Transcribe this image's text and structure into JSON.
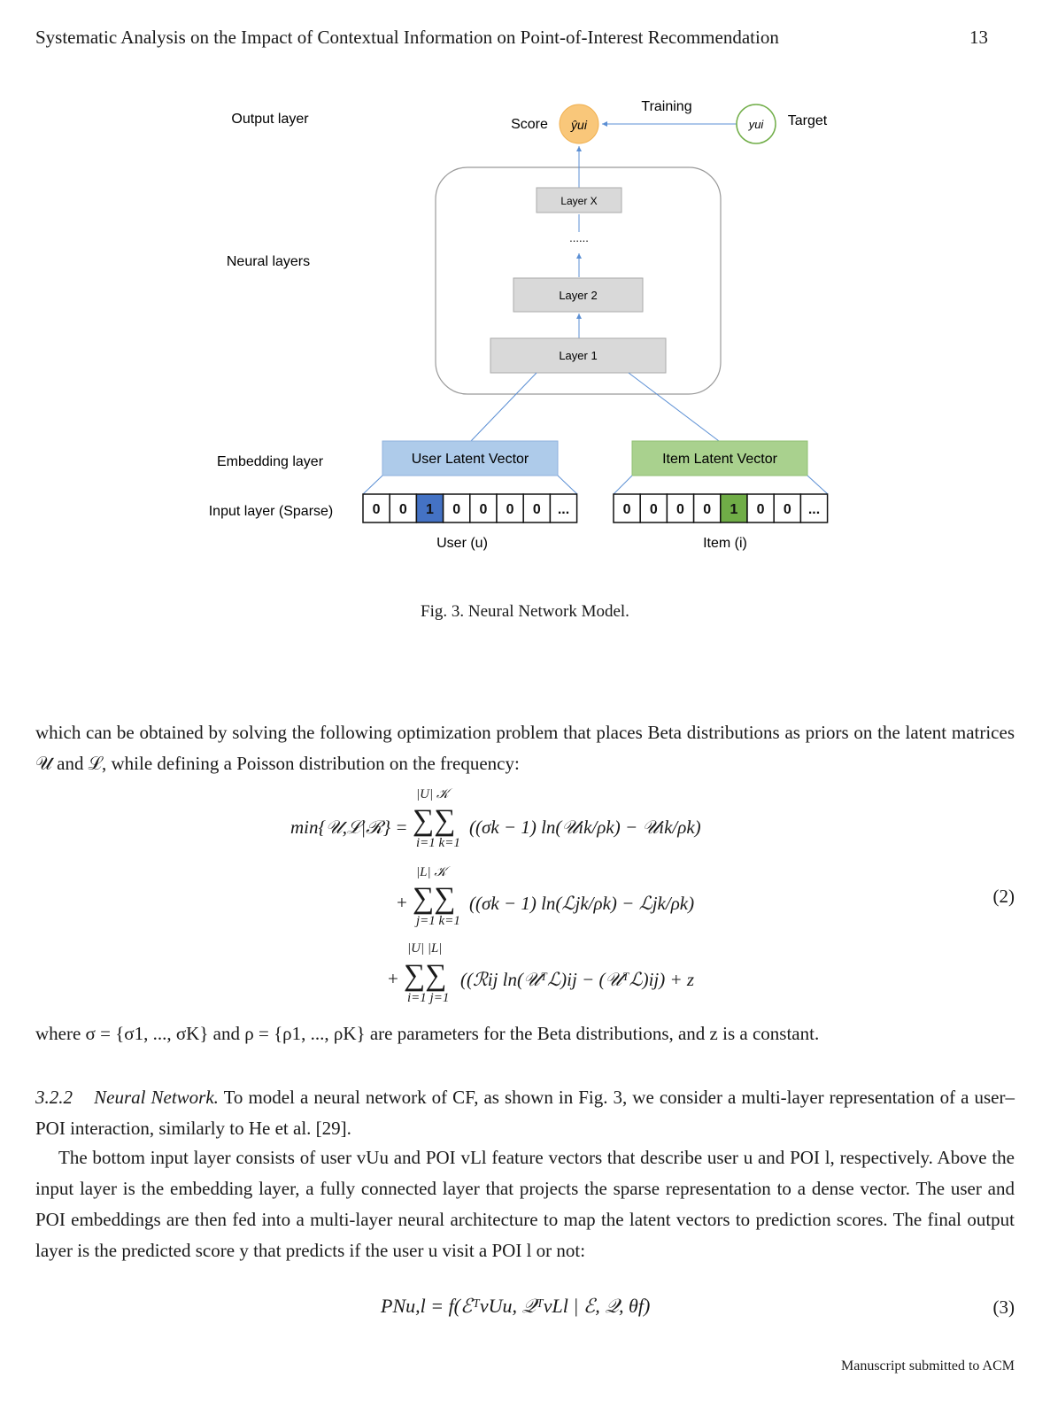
{
  "header": {
    "title": "Systematic Analysis on the Impact of Contextual Information on Point-of-Interest Recommendation",
    "page_number": "13"
  },
  "figure": {
    "layer_labels": {
      "output": "Output layer",
      "neural": "Neural layers",
      "embedding": "Embedding layer",
      "input": "Input layer (Sparse)"
    },
    "score_label": "Score",
    "score_symbol": "ŷui",
    "training_label": "Training",
    "target_symbol": "yui",
    "target_label": "Target",
    "layers": {
      "x": "Layer X",
      "dots": "......",
      "two": "Layer 2",
      "one": "Layer 1"
    },
    "user_vector": "User Latent Vector",
    "item_vector": "Item Latent Vector",
    "user_bits": [
      "0",
      "0",
      "1",
      "0",
      "0",
      "0",
      "0",
      "..."
    ],
    "item_bits": [
      "0",
      "0",
      "0",
      "0",
      "1",
      "0",
      "0",
      "..."
    ],
    "user_caption": "User (u)",
    "item_caption": "Item (i)",
    "colors": {
      "score_fill": "#f9c77a",
      "user_fill": "#aecbea",
      "user_active": "#4472c4",
      "item_fill": "#a9d18e",
      "item_active": "#70ad47",
      "layer_fill": "#d9d9d9"
    }
  },
  "caption": "Fig. 3.  Neural Network Model.",
  "para1": "which can be obtained by solving the following optimization problem that places Beta distributions as priors on the latent matrices 𝒰 and ℒ, while defining a Poisson distribution on the frequency:",
  "equation2": {
    "lhs": "min{𝒰,ℒ|ℛ} =",
    "row1": {
      "sign": "",
      "upper": "|U|  𝒦",
      "lower": "i=1 k=1",
      "body": "((σk − 1) ln(𝒰ik/ρk) − 𝒰ik/ρk)"
    },
    "row2": {
      "sign": "+",
      "upper": "|L|  𝒦",
      "lower": "j=1 k=1",
      "body": "((σk − 1) ln(ℒjk/ρk) − ℒjk/ρk)"
    },
    "row3": {
      "sign": "+",
      "upper": "|U| |L|",
      "lower": "i=1 j=1",
      "body": "((ℛij ln(𝒰ᵀℒ)ij − (𝒰ᵀℒ)ij) + z"
    },
    "number": "(2)"
  },
  "para2": "where σ = {σ1, ..., σK} and ρ = {ρ1, ..., ρK} are parameters for the Beta distributions, and z is a constant.",
  "section": {
    "number": "3.2.2",
    "title": "Neural Network.",
    "text": "To model a neural network of CF, as shown in Fig. 3, we consider a multi-layer representation of a user–POI interaction, similarly to He et al. [29]."
  },
  "para3": "The bottom input layer consists of user vUu and POI vLl feature vectors that describe user u and POI l, respectively. Above the input layer is the embedding layer, a fully connected layer that projects the sparse representation to a dense vector. The user and POI embeddings are then fed into a multi-layer neural architecture to map the latent vectors to prediction scores. The final output layer is the predicted score y that predicts if the user u visit a POI l or not:",
  "equation3": {
    "expr": "PNu,l = f(ℰᵀvUu, 𝒬ᵀvLl | ℰ, 𝒬, θf)",
    "number": "(3)"
  },
  "footer": "Manuscript submitted to ACM"
}
